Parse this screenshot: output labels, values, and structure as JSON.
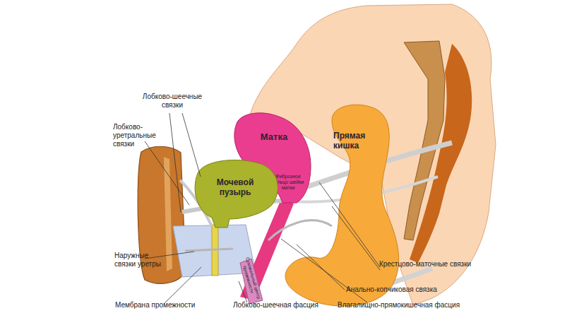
{
  "diagram": {
    "nodes": [
      {
        "text": [
          "Матка",
          "Фиброзное кольцо шейки матки"
        ]
      },
      {
        "text": [
          "Прямая кишка"
        ]
      },
      {
        "text": [
          "Мочевой пузырь"
        ]
      },
      {
        "text": [
          "Сухожильный центр промежности"
        ]
      }
    ],
    "labels": [
      "Лобково-шеечные связки",
      "Лобково-уретральные связки",
      "Наружные связки уретры",
      "Крестцово-маточные связки",
      "Анально-копчиковая связка",
      "Мембрана промежности",
      "Лобково-шеечная фасция",
      "Влагалищно-прямокишечная фасция"
    ]
  }
}
